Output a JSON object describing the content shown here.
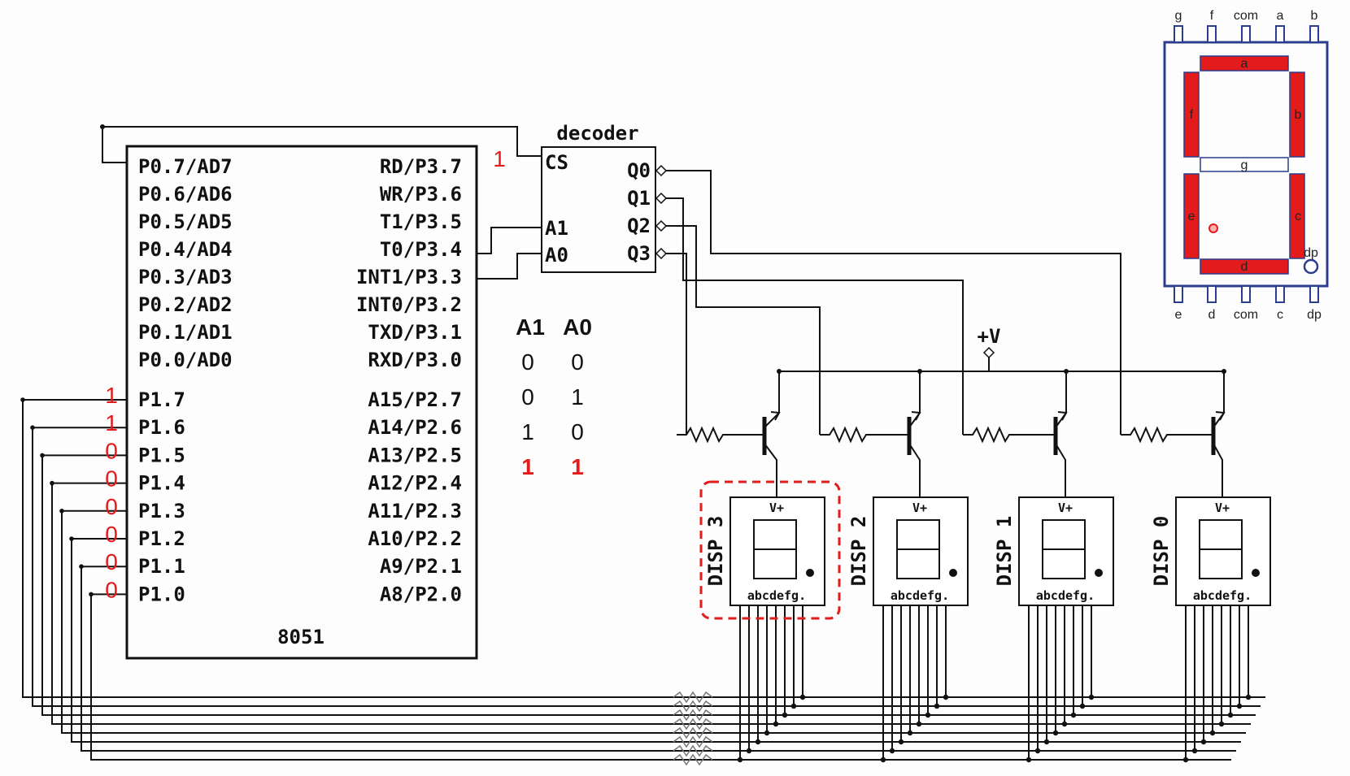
{
  "mcu": {
    "name": "8051",
    "left_pins": [
      "P0.7/AD7",
      "P0.6/AD6",
      "P0.5/AD5",
      "P0.4/AD4",
      "P0.3/AD3",
      "P0.2/AD2",
      "P0.1/AD1",
      "P0.0/AD0",
      "P1.7",
      "P1.6",
      "P1.5",
      "P1.4",
      "P1.3",
      "P1.2",
      "P1.1",
      "P1.0"
    ],
    "right_pins": [
      "RD/P3.7",
      "WR/P3.6",
      "T1/P3.5",
      "T0/P3.4",
      "INT1/P3.3",
      "INT0/P3.2",
      "TXD/P3.1",
      "RXD/P3.0",
      "A15/P2.7",
      "A14/P2.6",
      "A13/P2.5",
      "A12/P2.4",
      "A11/P2.3",
      "A10/P2.2",
      "A9/P2.1",
      "A8/P2.0"
    ]
  },
  "decoder": {
    "title": "decoder",
    "inputs": [
      "CS",
      "A1",
      "A0"
    ],
    "outputs": [
      "Q0",
      "Q1",
      "Q2",
      "Q3"
    ],
    "cs_value": "1"
  },
  "p1_values": [
    "1",
    "1",
    "0",
    "0",
    "0",
    "0",
    "0",
    "0"
  ],
  "truth_table": {
    "headers": [
      "A1",
      "A0"
    ],
    "rows": [
      [
        "0",
        "0"
      ],
      [
        "0",
        "1"
      ],
      [
        "1",
        "0"
      ],
      [
        "1",
        "1"
      ]
    ],
    "highlight_row": 3
  },
  "supply_label": "+V",
  "displays": [
    {
      "label": "DISP 3",
      "vplus": "V+",
      "segments": "abcdefg.",
      "highlighted": true
    },
    {
      "label": "DISP 2",
      "vplus": "V+",
      "segments": "abcdefg.",
      "highlighted": false
    },
    {
      "label": "DISP 1",
      "vplus": "V+",
      "segments": "abcdefg.",
      "highlighted": false
    },
    {
      "label": "DISP 0",
      "vplus": "V+",
      "segments": "abcdefg.",
      "highlighted": false
    }
  ],
  "seven_seg": {
    "top_pins": [
      "g",
      "f",
      "com",
      "a",
      "b"
    ],
    "bottom_pins": [
      "e",
      "d",
      "com",
      "c",
      "dp"
    ],
    "segments": [
      "a",
      "b",
      "c",
      "d",
      "e",
      "f",
      "g"
    ],
    "dp_label": "dp",
    "lit_segments": [
      "a",
      "b",
      "c",
      "d",
      "e",
      "f"
    ],
    "segment_color": "#e31b1b"
  }
}
